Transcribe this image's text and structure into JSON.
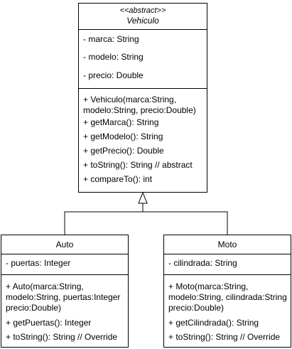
{
  "vehiculo": {
    "stereotype": "<<abstract>>",
    "name": "Vehiculo",
    "attributes": [
      "- marca: String",
      "- modelo: String",
      "- precio: Double"
    ],
    "methods": [
      "+ Vehiculo(marca:String,",
      " modelo:String, precio:Double)",
      "+ getMarca(): String",
      "+ getModelo(): String",
      "+ getPrecio(): Double",
      "+ toString(): String // abstract",
      "+ compareTo(): int"
    ]
  },
  "auto": {
    "name": "Auto",
    "attributes": [
      "- puertas: Integer"
    ],
    "methods": [
      "+ Auto(marca:String,",
      " modelo:String, puertas:Integer",
      "precio:Double)",
      "+ getPuertas(): Integer",
      "+ toString(): String // Override"
    ]
  },
  "moto": {
    "name": "Moto",
    "attributes": [
      "- cilindrada: String"
    ],
    "methods": [
      "+ Moto(marca:String,",
      " modelo:String, cilindrada:String",
      "precio:Double)",
      "+ getCilindrada(): String",
      "+ toString(): String // Override"
    ]
  }
}
